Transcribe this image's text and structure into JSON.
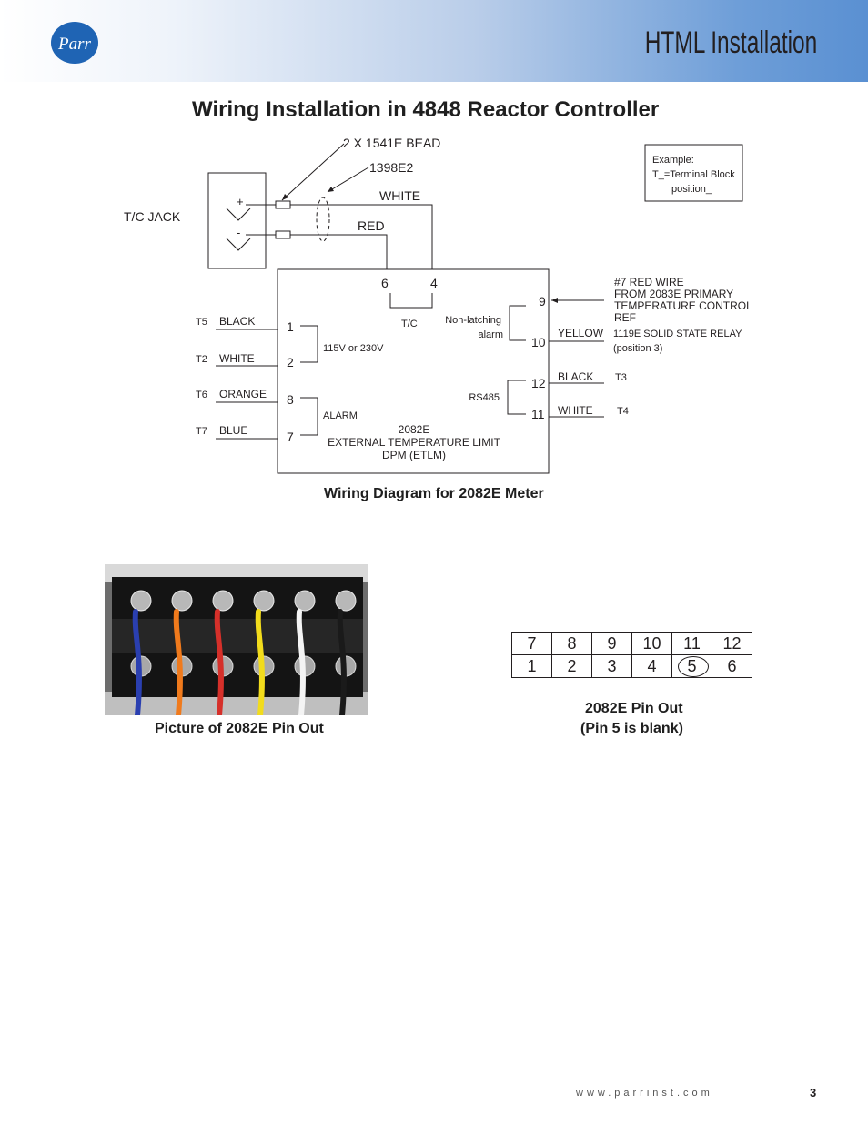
{
  "header": {
    "logo_text": "Parr",
    "title": "HTML Installation"
  },
  "page_title": "Wiring Installation in 4848 Reactor Controller",
  "diagram": {
    "bead_label": "2 X 1541E BEAD",
    "wire_label": "1398E2",
    "jack_label": "T/C JACK",
    "plus": "+",
    "minus": "-",
    "white": "WHITE",
    "red": "RED",
    "example_box": [
      "Example:",
      "T_=Terminal Block",
      "position_"
    ],
    "pin6": "6",
    "pin4": "4",
    "tc": "T/C",
    "left_terms": [
      {
        "t": "T5",
        "color": "BLACK",
        "pin": "1"
      },
      {
        "t": "T2",
        "color": "WHITE",
        "pin": "2"
      },
      {
        "t": "T6",
        "color": "ORANGE",
        "pin": "8"
      },
      {
        "t": "T7",
        "color": "BLUE",
        "pin": "7"
      }
    ],
    "power_label": "115V or 230V",
    "alarm_label": "ALARM",
    "nonlatch_1": "Non-latching",
    "nonlatch_2": "alarm",
    "rs485": "RS485",
    "right_pins": [
      "9",
      "10",
      "12",
      "11"
    ],
    "right_colors": [
      "YELLOW",
      "BLACK",
      "WHITE"
    ],
    "right_terms": [
      "T3",
      "T4"
    ],
    "red_wire_note": [
      "#7 RED WIRE",
      "FROM 2083E PRIMARY",
      "TEMPERATURE CONTROL",
      "REF"
    ],
    "relay_note": [
      "1119E SOLID STATE RELAY",
      "(position 3)"
    ],
    "meter_text": [
      "2082E",
      "EXTERNAL TEMPERATURE LIMIT",
      "DPM (ETLM)"
    ],
    "caption": "Wiring Diagram for 2082E Meter"
  },
  "photo": {
    "caption": "Picture of 2082E Pin Out",
    "wire_colors": [
      "#2a3fb0",
      "#f07a1c",
      "#d6302a",
      "#f2dc1c",
      "#f4f4f4",
      "#1a1a1a"
    ]
  },
  "pinout": {
    "row_top": [
      "7",
      "8",
      "9",
      "10",
      "11",
      "12"
    ],
    "row_bottom": [
      "1",
      "2",
      "3",
      "4",
      "5",
      "6"
    ],
    "caption_1": "2082E Pin Out",
    "caption_2": "(Pin 5 is blank)"
  },
  "footer": {
    "url": "www.parrinst.com",
    "page": "3"
  },
  "colors": {
    "header_blue": "#5a90d2",
    "logo_blue": "#1f64b4"
  }
}
